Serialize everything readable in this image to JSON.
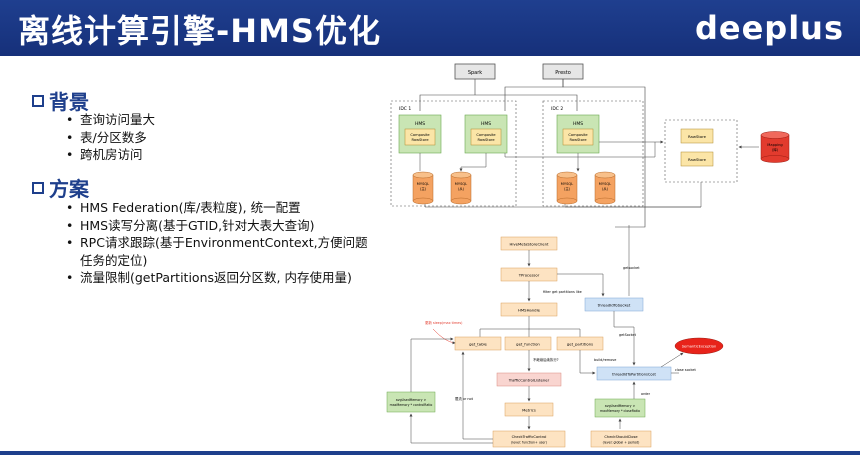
{
  "header": {
    "title": "离线计算引擎-HMS优化",
    "logo": "deeplus"
  },
  "background_section": {
    "heading": "背景",
    "items": [
      "查询访问量大",
      "表/分区数多",
      "跨机房访问"
    ]
  },
  "solution_section": {
    "heading": "方案",
    "items": [
      "HMS Federation(库/表粒度), 统一配置",
      "HMS读写分离(基于GTID,针对大表大查询)",
      "RPC请求跟踪(基于EnvironmentContext,方便问题任务的定位)",
      "流量限制(getPartitions返回分区数, 内存使用量)"
    ]
  },
  "diagram": {
    "spark": "Spark",
    "presto": "Presto",
    "idc1": "IDC 1",
    "idc2": "IDC 2",
    "hms": "HMS",
    "composite": "Composite",
    "rawstore": "RawStore",
    "mysql_master": "MYSQL",
    "mysql_master_sub": "(主)",
    "mysql_slave": "MYSQL",
    "mysql_slave_sub": "(从)",
    "mapping": "Mapping",
    "mapping_sub": "(库)",
    "client": "HiveMetaStoreClient",
    "tprocessor": "TProcessor",
    "hmshandle": "HMSHandle",
    "get_table": "get_table",
    "get_function": "get_function",
    "get_partitions": "get_partitions",
    "traffic_listener": "TrafficControlListener",
    "metrics": "Metrics",
    "check_traffic": "CheckTrafficControl",
    "check_traffic_sub": "(level: function+ user)",
    "thread_socket": "threadIdToSocket",
    "thread_parts": "threadIdToPartitionsCost",
    "semantic_exc": "SemanticException",
    "avg_mem_left": "avgUsedMemory >",
    "avg_mem_left2": "maxMemory * controlRatio",
    "avg_mem_right": "avgUsedMemory >",
    "avg_mem_right2": "maxMemory * closeRatio",
    "check_close": "CheckShouldClose",
    "check_close_sub": "(level: global + period)",
    "lbl_filter": "filter get partitions like",
    "lbl_getsocket": "getsocket",
    "lbl_getsocket2": "getSocket",
    "lbl_close": "close socket",
    "lbl_buildremove": "build/remove",
    "lbl_order": "order",
    "lbl_update": "更新\nsleep(max times)",
    "lbl_not_exec": "不继续后续执行?",
    "lbl_limit": "限流 or not"
  }
}
